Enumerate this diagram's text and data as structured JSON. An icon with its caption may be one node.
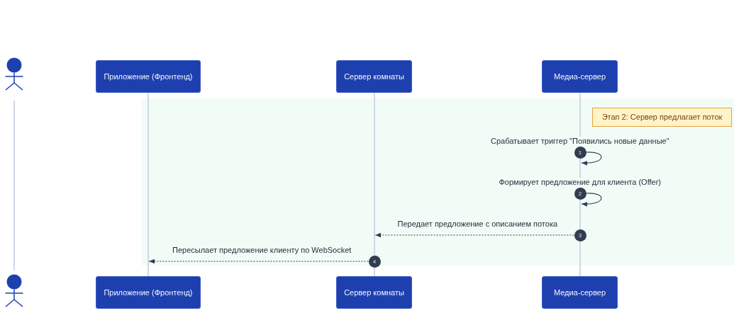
{
  "diagram": {
    "nodes": [
      {
        "text": [],
        "shape": "person"
      },
      {
        "text": [
          "Приложение (Фронтенд)"
        ]
      },
      {
        "text": [
          "Сервер комнаты"
        ]
      },
      {
        "text": [
          "Медиа-сервер"
        ]
      },
      {
        "text": [],
        "shape": "line"
      },
      {
        "text": [],
        "shape": "line"
      },
      {
        "text": [],
        "shape": "line"
      },
      {
        "text": [],
        "shape": "line"
      },
      {
        "text": [
          "Этап 2: Сервер предлагает поток"
        ]
      },
      {
        "text": [],
        "shape": "person"
      },
      {
        "text": [
          "Приложение (Фронтенд)"
        ]
      },
      {
        "text": [
          "Сервер комнаты"
        ]
      },
      {
        "text": [
          "Медиа-сервер"
        ]
      }
    ],
    "edges": [
      {
        "from": 7,
        "to": 7,
        "arrow": "to",
        "label": "Срабатывает триггер \"Появились новые данные\""
      },
      {
        "from": 7,
        "to": 7,
        "arrow": "to",
        "label": "Формирует предложение для клиента (Offer)"
      },
      {
        "from": 7,
        "to": 6,
        "arrow": "to",
        "style": "dashed",
        "label": "Передает предложение с описанием потока"
      },
      {
        "from": 6,
        "to": 5,
        "arrow": "to",
        "style": "dashed",
        "label": "Пересылает предложение клиенту по WebSocket"
      }
    ],
    "labels": [
      "1",
      "2",
      "3",
      "4"
    ]
  }
}
